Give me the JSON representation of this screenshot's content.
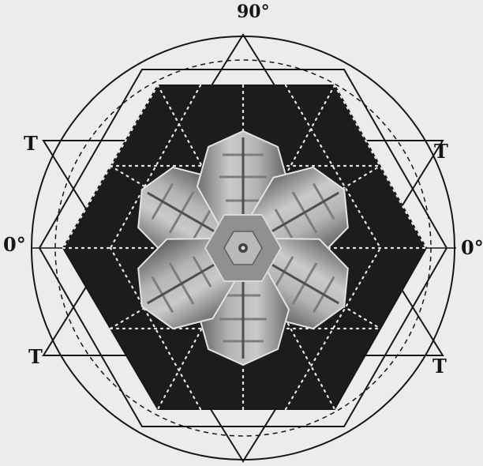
{
  "labels": {
    "top": "90°",
    "upper_left": "T",
    "upper_right": "T",
    "mid_left": "0°",
    "mid_right": "0°",
    "lower_left": "T",
    "lower_right": "T"
  },
  "colors": {
    "paper": "#ececea",
    "ink": "#161616",
    "hexagon_fill": "#1c1c1c",
    "crystal_light": "#c9cbc8",
    "crystal_mid": "#9fa29f",
    "crystal_dark": "#5d605e"
  }
}
